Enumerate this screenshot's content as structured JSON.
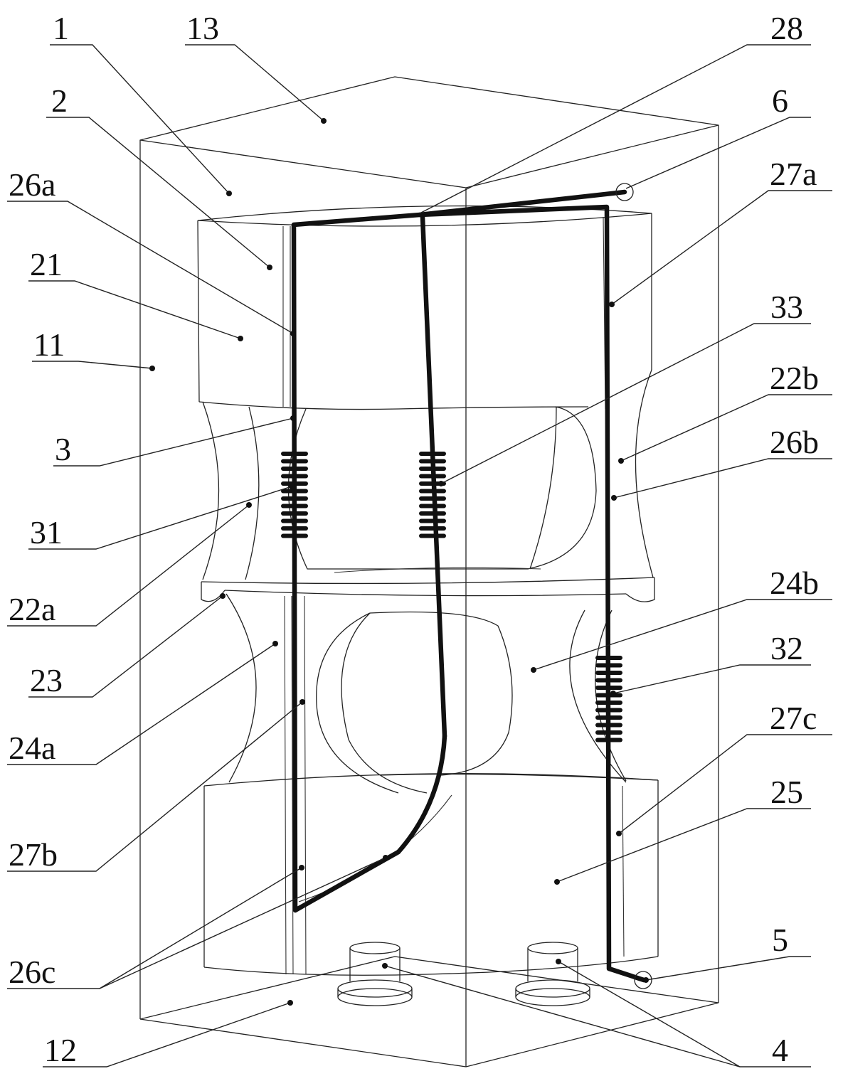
{
  "labels": [
    {
      "id": "lbl-1",
      "text": "1"
    },
    {
      "id": "lbl-13",
      "text": "13"
    },
    {
      "id": "lbl-28",
      "text": "28"
    },
    {
      "id": "lbl-2",
      "text": "2"
    },
    {
      "id": "lbl-6",
      "text": "6"
    },
    {
      "id": "lbl-26a",
      "text": "26a"
    },
    {
      "id": "lbl-27a",
      "text": "27a"
    },
    {
      "id": "lbl-21",
      "text": "21"
    },
    {
      "id": "lbl-33",
      "text": "33"
    },
    {
      "id": "lbl-11",
      "text": "11"
    },
    {
      "id": "lbl-22b",
      "text": "22b"
    },
    {
      "id": "lbl-3",
      "text": "3"
    },
    {
      "id": "lbl-26b",
      "text": "26b"
    },
    {
      "id": "lbl-31",
      "text": "31"
    },
    {
      "id": "lbl-22a",
      "text": "22a"
    },
    {
      "id": "lbl-24b",
      "text": "24b"
    },
    {
      "id": "lbl-23",
      "text": "23"
    },
    {
      "id": "lbl-32",
      "text": "32"
    },
    {
      "id": "lbl-24a",
      "text": "24a"
    },
    {
      "id": "lbl-27c",
      "text": "27c"
    },
    {
      "id": "lbl-25",
      "text": "25"
    },
    {
      "id": "lbl-27b",
      "text": "27b"
    },
    {
      "id": "lbl-5",
      "text": "5"
    },
    {
      "id": "lbl-26c",
      "text": "26c"
    },
    {
      "id": "lbl-12",
      "text": "12"
    },
    {
      "id": "lbl-4",
      "text": "4"
    }
  ]
}
